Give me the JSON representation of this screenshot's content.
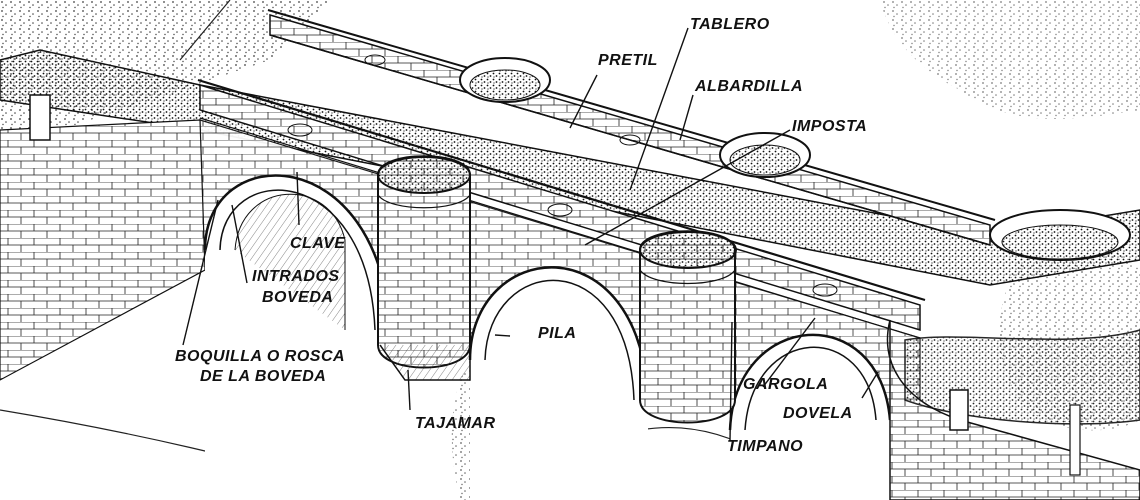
{
  "labels": {
    "tablero": "TABLERO",
    "pretil": "PRETIL",
    "albardilla": "ALBARDILLA",
    "imposta": "IMPOSTA",
    "clave": "CLAVE",
    "intrados_1": "INTRADOS",
    "intrados_2": "BOVEDA",
    "boquilla_1": "BOQUILLA O ROSCA",
    "boquilla_2": "DE LA BOVEDA",
    "pila": "PILA",
    "tajamar": "TAJAMAR",
    "gargola": "GARGOLA",
    "dovela": "DOVELA",
    "timpano": "TIMPANO"
  },
  "colors": {
    "ink": "#111111",
    "paper": "#ffffff"
  }
}
